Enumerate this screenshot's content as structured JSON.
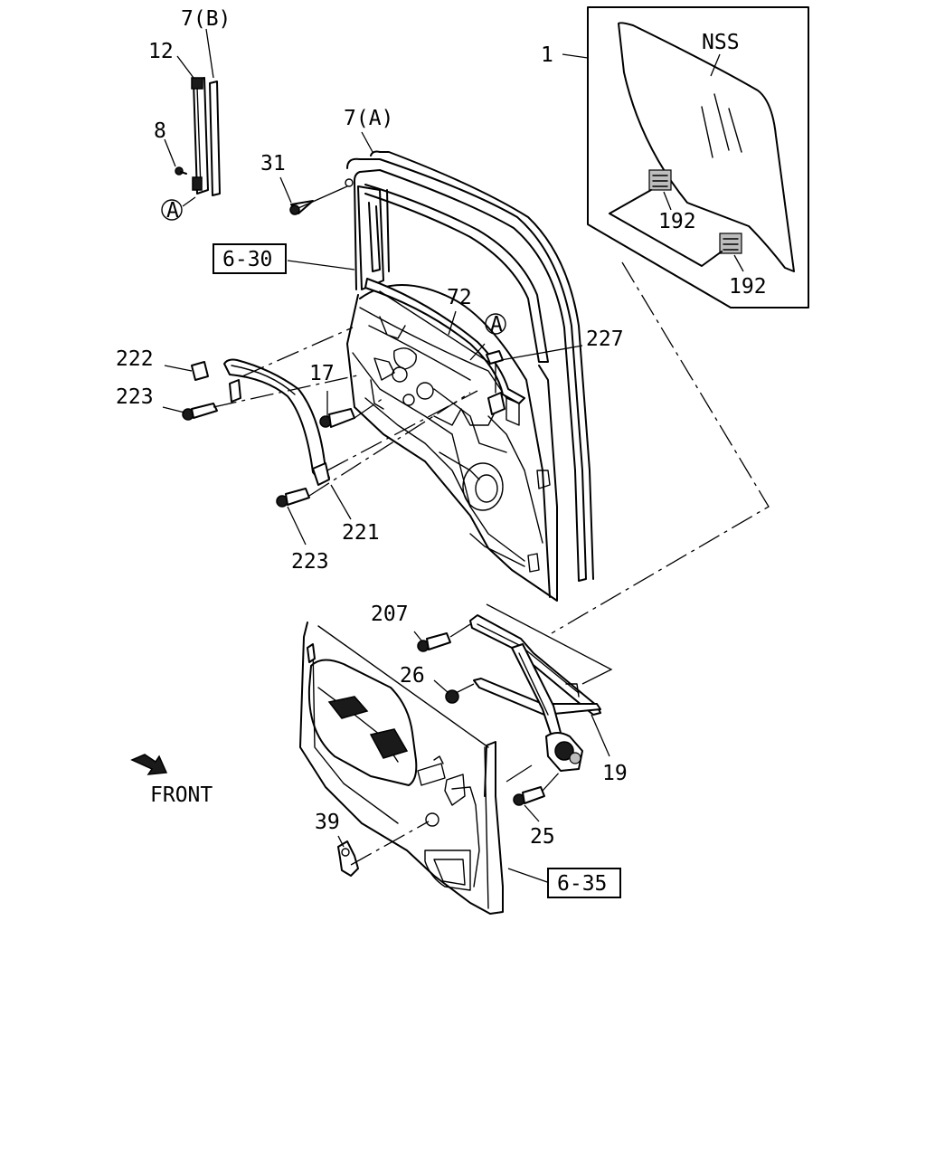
{
  "labels": {
    "p7b": "7(B)",
    "p12": "12",
    "p8": "8",
    "p31": "31",
    "p7a": "7(A)",
    "p1": "1",
    "nss": "NSS",
    "p192a": "192",
    "p192b": "192",
    "ref630": "6-30",
    "p72": "72",
    "p227": "227",
    "p222": "222",
    "p223a": "223",
    "p17": "17",
    "p221": "221",
    "p223b": "223",
    "p207": "207",
    "p26": "26",
    "p19": "19",
    "p25": "25",
    "p39": "39",
    "ref635": "6-35",
    "front": "FRONT",
    "circleA1": "A",
    "circleA2": "A"
  }
}
